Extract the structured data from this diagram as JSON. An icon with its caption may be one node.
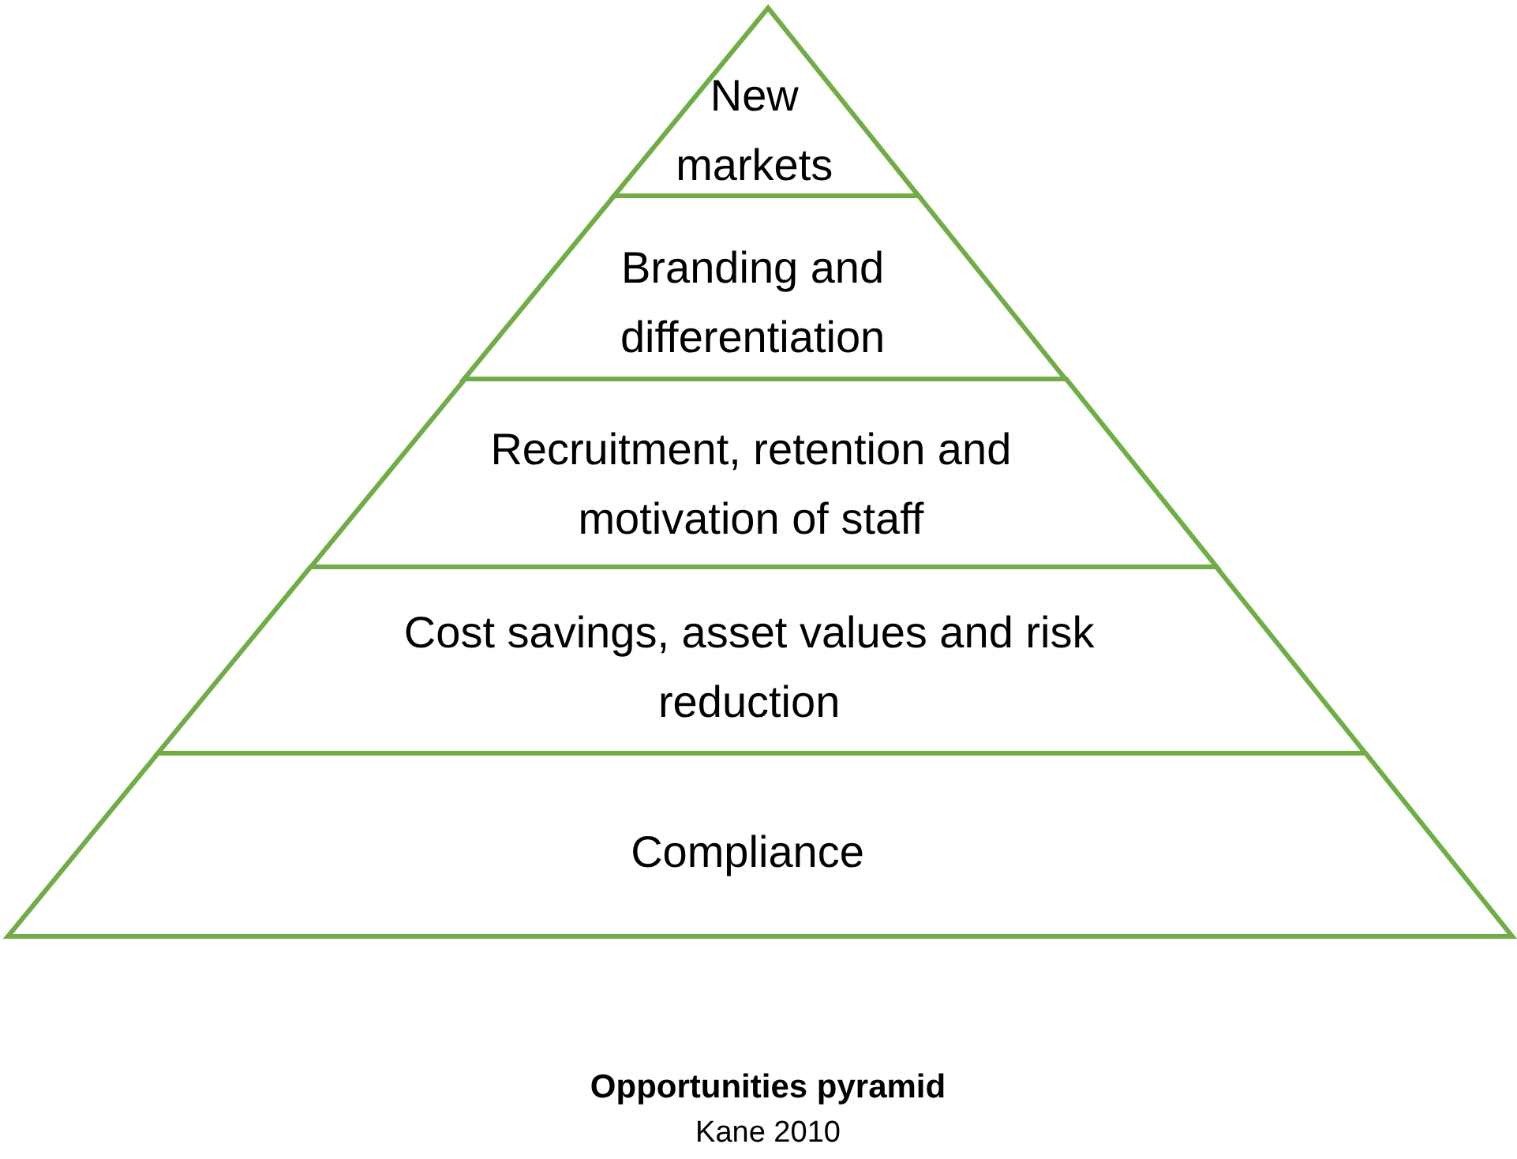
{
  "diagram": {
    "title": "Opportunities pyramid",
    "caption": "Kane 2010",
    "nodes": [
      {
        "text": [
          "New markets"
        ]
      },
      {
        "text": [
          "Branding and differentiation"
        ]
      },
      {
        "text": [
          "Recruitment, retention and motivation of staff"
        ]
      },
      {
        "text": [
          "Cost savings, asset values and risk reduction"
        ]
      },
      {
        "text": [
          "Compliance"
        ]
      }
    ]
  }
}
